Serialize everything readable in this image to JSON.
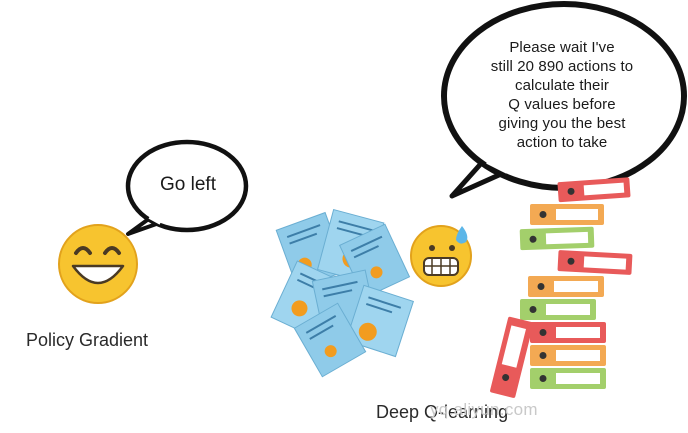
{
  "bubbles": {
    "policy": {
      "text": "Go left"
    },
    "dqn": {
      "lines": [
        "Please wait I've",
        "still 20 890  actions to",
        "calculate their",
        "Q values before",
        "giving you the best",
        "action to take"
      ]
    }
  },
  "labels": {
    "policy_gradient": "Policy Gradient",
    "deep_q_learning": "Deep Q-learning"
  },
  "watermark": "yq.aliyun.com",
  "icons": {
    "happy_agent": "grinning-face-icon",
    "stressed_agent": "grimacing-sweat-face-icon",
    "documents": "document-pile-icon",
    "binders": "binder-stack-icon"
  },
  "colors": {
    "emoji_yellow": "#f7c42f",
    "emoji_outline": "#e2a21c",
    "bubble_fill": "#ffffff",
    "bubble_stroke": "#111111",
    "doc_blue": "#8fcbe9",
    "pie_orange": "#f29c1f",
    "binder_red": "#e85a5a",
    "binder_orange": "#f3a953",
    "binder_green": "#a3cf6b"
  }
}
